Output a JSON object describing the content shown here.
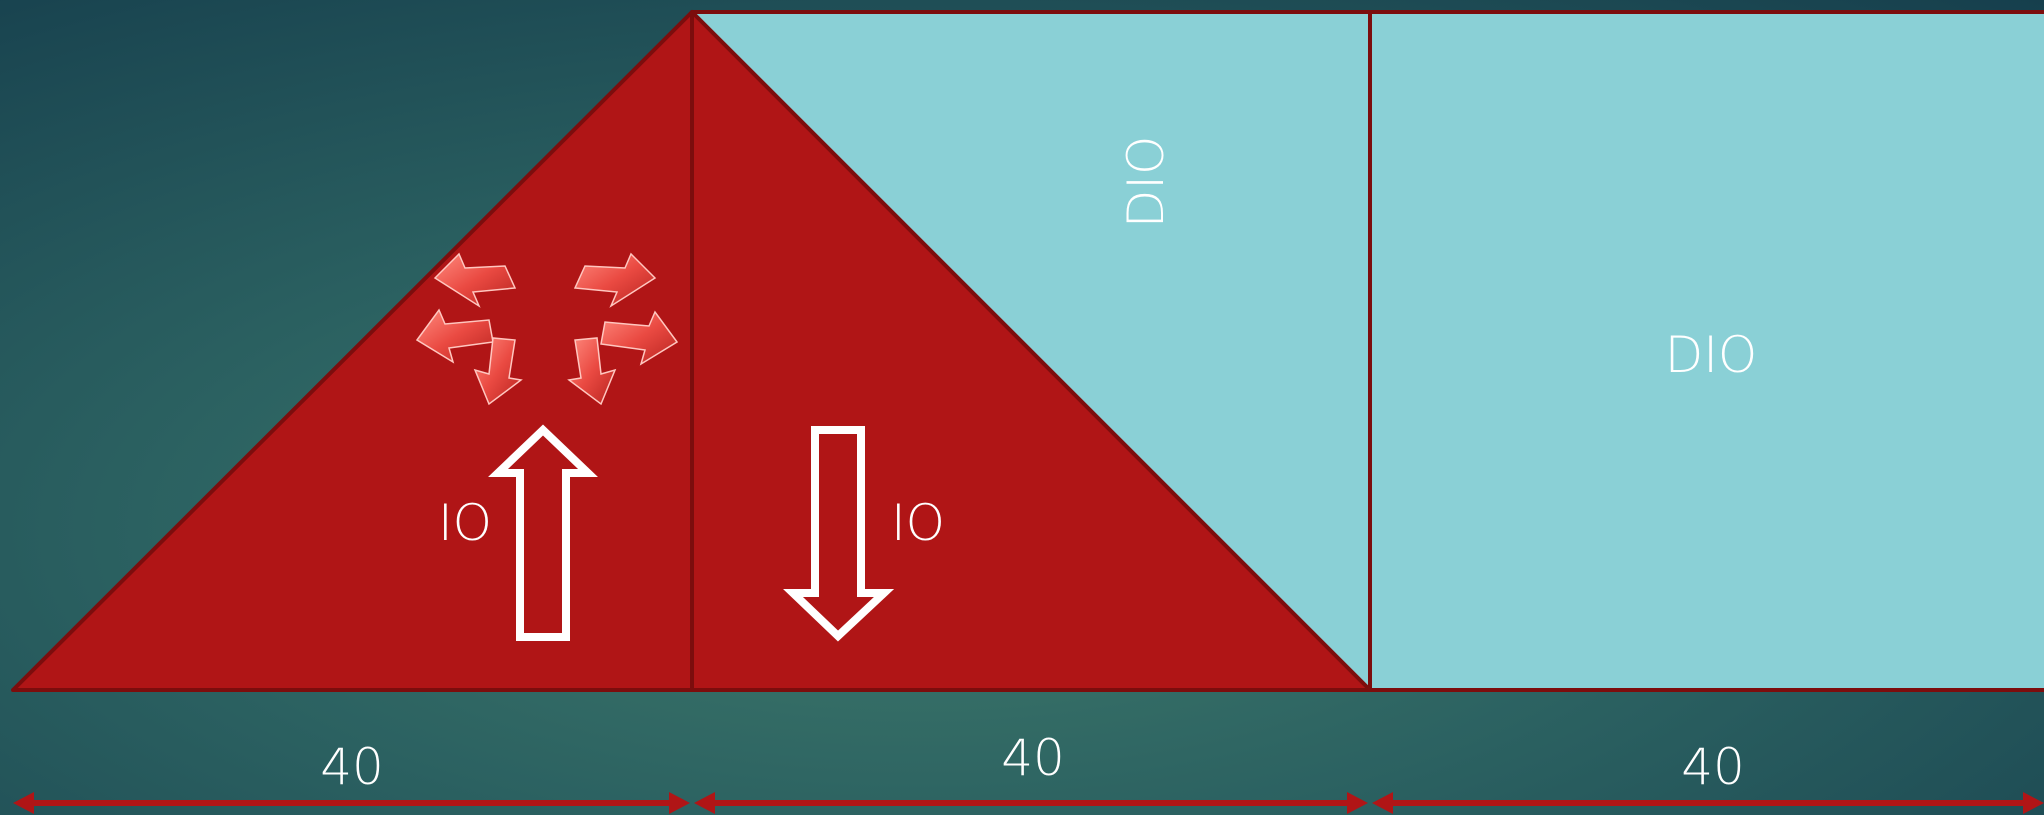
{
  "diagram": {
    "shapes": {
      "left_triangle": {
        "label": "IO"
      },
      "right_triangle": {
        "label": "IO"
      },
      "top_region": {
        "label": "DIO"
      },
      "rect": {
        "label": "DIO"
      }
    },
    "dimensions": [
      {
        "label": "40"
      },
      {
        "label": "40"
      },
      {
        "label": "40"
      }
    ],
    "colors": {
      "red": "#b01516",
      "dark_red_line": "#7c0d0d",
      "teal": "#8ad0d6",
      "bg_dark": "#1d4c55",
      "bg_mid": "#3a7468",
      "white": "#ffffff"
    },
    "icons": [
      "recycle-arrows-icon",
      "arrow-up-icon",
      "arrow-down-icon",
      "dimension-arrow-icon"
    ]
  }
}
